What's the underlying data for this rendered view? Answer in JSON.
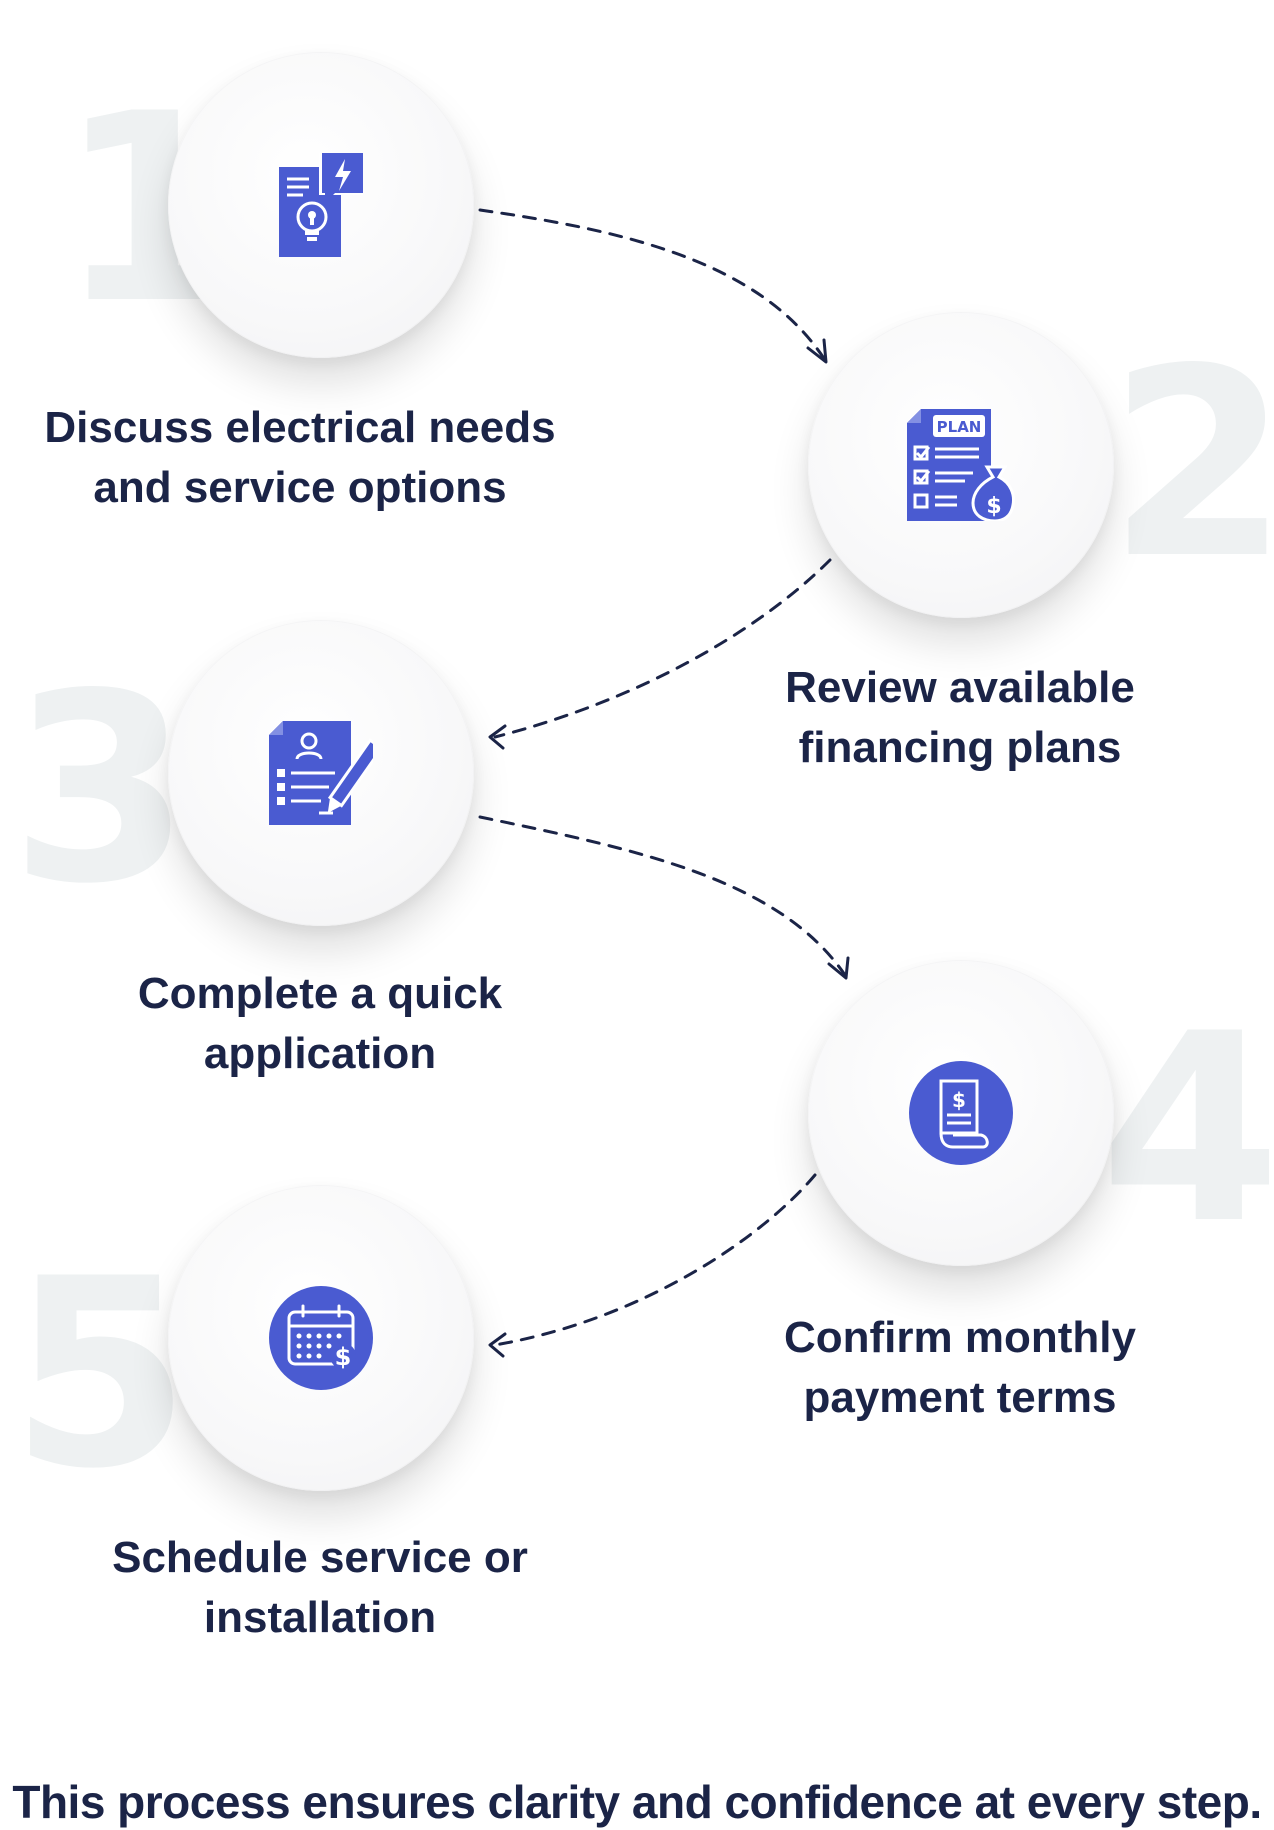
{
  "steps": [
    {
      "number": "1",
      "label_line1": "Discuss electrical needs",
      "label_line2": "and service options",
      "icon": "electrical-bulb-document-icon"
    },
    {
      "number": "2",
      "label_line1": "Review available",
      "label_line2": "financing plans",
      "icon": "plan-checklist-money-bag-icon",
      "icon_text": "PLAN"
    },
    {
      "number": "3",
      "label_line1": "Complete a quick",
      "label_line2": "application",
      "icon": "application-form-pen-icon"
    },
    {
      "number": "4",
      "label_line1": "Confirm monthly",
      "label_line2": "payment terms",
      "icon": "receipt-dollar-icon"
    },
    {
      "number": "5",
      "label_line1": "Schedule service or",
      "label_line2": "installation",
      "icon": "calendar-dollar-icon"
    }
  ],
  "footer": "This process ensures clarity and confidence at every step.",
  "colors": {
    "accent": "#4a5bd1",
    "text": "#1b2447",
    "numeral": "#eef1f2",
    "arrow": "#1b2447"
  }
}
